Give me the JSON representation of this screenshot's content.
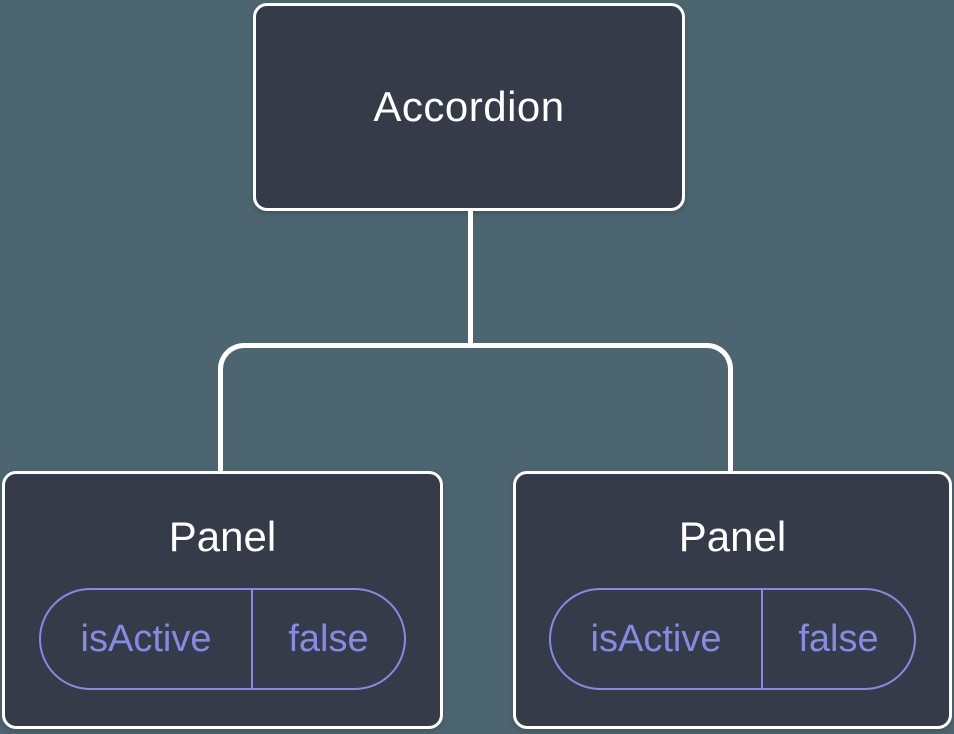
{
  "diagram": {
    "type": "component-tree",
    "root": {
      "label": "Accordion"
    },
    "children": [
      {
        "label": "Panel",
        "state": {
          "key": "isActive",
          "value": "false"
        }
      },
      {
        "label": "Panel",
        "state": {
          "key": "isActive",
          "value": "false"
        }
      }
    ]
  },
  "colors": {
    "background": "#4d6570",
    "node_fill": "#353b48",
    "node_border": "#ffffff",
    "node_text": "#ffffff",
    "connector": "#ffffff",
    "state_accent": "#858be4"
  }
}
